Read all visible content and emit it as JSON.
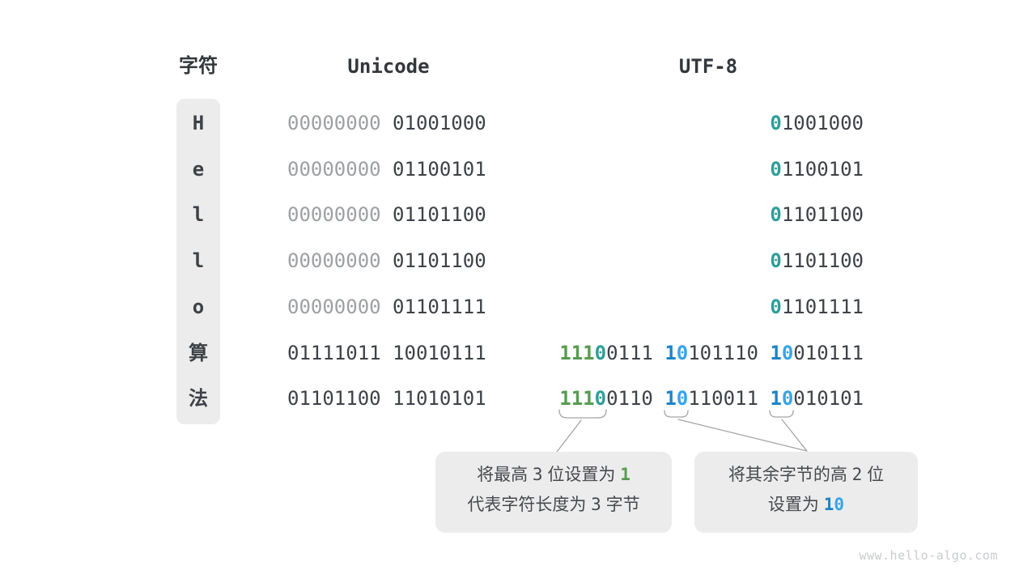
{
  "colors": {
    "heading": "#33373b",
    "dark": "#3d4247",
    "muted": "#9da0a3",
    "green": "#579b51",
    "teal": "#2e9e99",
    "blue1": "#1d84c6",
    "blue0": "#38a4e8",
    "text": "#46494e",
    "panelbg": "#ececec",
    "line": "#a3a3a3",
    "watermark": "#c9cbcd"
  },
  "header": {
    "char": "字符",
    "unicode": "Unicode",
    "utf8": "UTF-8"
  },
  "rows": [
    {
      "char": "H",
      "unicode": [
        {
          "t": "00000000 ",
          "c": "muted"
        },
        {
          "t": "01001000",
          "c": "dark"
        }
      ],
      "utf8": [
        {
          "t": "0",
          "c": "teal"
        },
        {
          "t": "1001000",
          "c": "dark"
        }
      ]
    },
    {
      "char": "e",
      "unicode": [
        {
          "t": "00000000 ",
          "c": "muted"
        },
        {
          "t": "01100101",
          "c": "dark"
        }
      ],
      "utf8": [
        {
          "t": "0",
          "c": "teal"
        },
        {
          "t": "1100101",
          "c": "dark"
        }
      ]
    },
    {
      "char": "l",
      "unicode": [
        {
          "t": "00000000 ",
          "c": "muted"
        },
        {
          "t": "01101100",
          "c": "dark"
        }
      ],
      "utf8": [
        {
          "t": "0",
          "c": "teal"
        },
        {
          "t": "1101100",
          "c": "dark"
        }
      ]
    },
    {
      "char": "l",
      "unicode": [
        {
          "t": "00000000 ",
          "c": "muted"
        },
        {
          "t": "01101100",
          "c": "dark"
        }
      ],
      "utf8": [
        {
          "t": "0",
          "c": "teal"
        },
        {
          "t": "1101100",
          "c": "dark"
        }
      ]
    },
    {
      "char": "o",
      "unicode": [
        {
          "t": "00000000 ",
          "c": "muted"
        },
        {
          "t": "01101111",
          "c": "dark"
        }
      ],
      "utf8": [
        {
          "t": "0",
          "c": "teal"
        },
        {
          "t": "1101111",
          "c": "dark"
        }
      ]
    },
    {
      "char": "算",
      "unicode": [
        {
          "t": "01111011 10010111",
          "c": "dark"
        }
      ],
      "utf8": [
        {
          "t": "111",
          "c": "green"
        },
        {
          "t": "0",
          "c": "teal"
        },
        {
          "t": "0111 ",
          "c": "dark"
        },
        {
          "t": "1",
          "c": "blue1"
        },
        {
          "t": "0",
          "c": "blue0"
        },
        {
          "t": "101110 ",
          "c": "dark"
        },
        {
          "t": "1",
          "c": "blue1"
        },
        {
          "t": "0",
          "c": "blue0"
        },
        {
          "t": "010111",
          "c": "dark"
        }
      ]
    },
    {
      "char": "法",
      "unicode": [
        {
          "t": "01101100 11010101",
          "c": "dark"
        }
      ],
      "utf8": [
        {
          "t": "111",
          "c": "green"
        },
        {
          "t": "0",
          "c": "teal"
        },
        {
          "t": "0110 ",
          "c": "dark"
        },
        {
          "t": "1",
          "c": "blue1"
        },
        {
          "t": "0",
          "c": "blue0"
        },
        {
          "t": "110011 ",
          "c": "dark"
        },
        {
          "t": "1",
          "c": "blue1"
        },
        {
          "t": "0",
          "c": "blue0"
        },
        {
          "t": "010101",
          "c": "dark"
        }
      ]
    }
  ],
  "callouts": {
    "left": {
      "line1": [
        {
          "t": "将最高 ",
          "c": "text"
        },
        {
          "t": "3",
          "c": "num"
        },
        {
          "t": " 位设置为 ",
          "c": "text"
        },
        {
          "t": "1",
          "c": "green-b"
        }
      ],
      "line2": [
        {
          "t": "代表字符长度为 ",
          "c": "text"
        },
        {
          "t": "3",
          "c": "num"
        },
        {
          "t": " 字节",
          "c": "text"
        }
      ]
    },
    "right": {
      "line1": [
        {
          "t": "将其余字节的高 ",
          "c": "text"
        },
        {
          "t": "2",
          "c": "num"
        },
        {
          "t": " 位",
          "c": "text"
        }
      ],
      "line2": [
        {
          "t": "设置为 ",
          "c": "text"
        },
        {
          "t": "1",
          "c": "blue1-b"
        },
        {
          "t": "0",
          "c": "blue0-b"
        }
      ]
    }
  },
  "watermark": "www.hello-algo.com"
}
